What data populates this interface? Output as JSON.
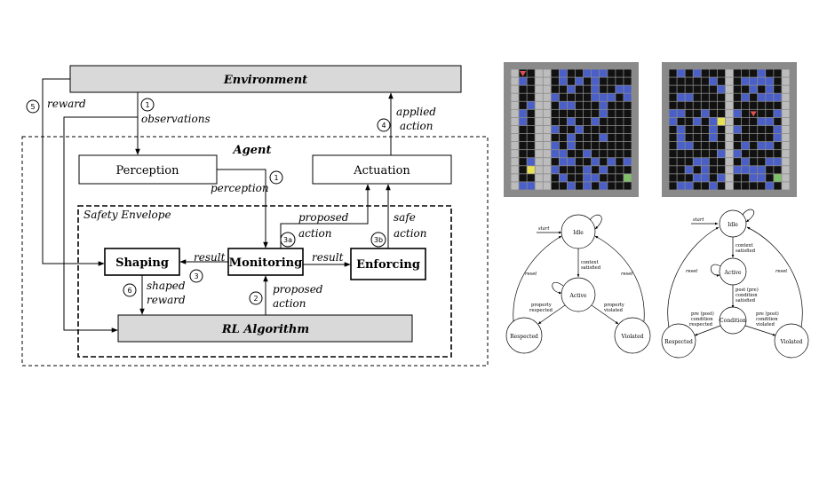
{
  "colors": {
    "box_fill_gray": "#d9d9d9",
    "grid_outer": "#8a8a8a",
    "grid_cell_dark": "#111111",
    "grid_cell_blue": "#4a5fc8",
    "grid_wall": "#bcbcbc",
    "grid_goal": "#7fbf6a",
    "grid_agent": "#e8e055",
    "grid_flag": "#e05050"
  },
  "architecture": {
    "environment": "Environment",
    "agent": "Agent",
    "perception": "Perception",
    "actuation": "Actuation",
    "safety_envelope": "Safety Envelope",
    "shaping": "Shaping",
    "monitoring": "Monitoring",
    "enforcing": "Enforcing",
    "rl_algorithm": "RL Algorithm",
    "labels": {
      "reward": "reward",
      "observations": "observations",
      "applied": "applied",
      "action": "action",
      "perception": "perception",
      "proposed": "proposed",
      "safe": "safe",
      "result_left": "result",
      "result_right": "result",
      "shaped": "shaped",
      "shaped_reward": "reward",
      "proposed2": "proposed",
      "action2": "action"
    },
    "steps": {
      "s1a": "1",
      "s1b": "1",
      "s2": "2",
      "s3": "3",
      "s3a": "3a",
      "s3b": "3b",
      "s4": "4",
      "s5": "5",
      "s6": "6"
    }
  },
  "state_machine_left": {
    "start": "start",
    "idle": "Idle",
    "active": "Active",
    "respected": "Respected",
    "violated": "Violated",
    "reset_left": "reset",
    "reset_right": "reset",
    "context_1": "context",
    "context_2": "satisfied",
    "prop_resp_1": "property",
    "prop_resp_2": "respected",
    "prop_viol_1": "property",
    "prop_viol_2": "violated"
  },
  "state_machine_right": {
    "start": "start",
    "idle": "Idle",
    "active": "Active",
    "condition": "Condition",
    "respected": "Respected",
    "violated": "Violated",
    "reset_left": "reset",
    "reset_right": "reset",
    "context_1": "context",
    "context_2": "satisfied",
    "post_1": "post (pre)",
    "post_2": "condition",
    "post_3": "satisfied",
    "pre_r_1": "pre (post)",
    "pre_r_2": "condition",
    "pre_r_3": "respected",
    "pre_v_1": "pre (post)",
    "pre_v_2": "condition",
    "pre_v_3": "violated"
  }
}
